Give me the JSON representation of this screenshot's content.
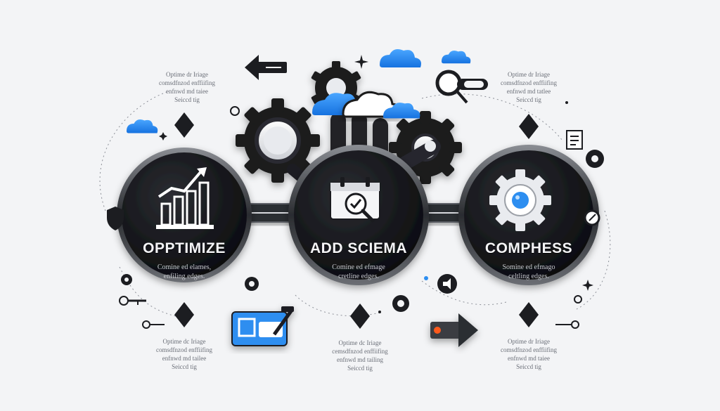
{
  "colors": {
    "background": "#f3f4f6",
    "disc": "#121316",
    "disc_rim": "#5a5d63",
    "accent_blue": "#2d8ef0",
    "accent_orange": "#ff5a1f"
  },
  "steps": [
    {
      "title": "OPPTIMIZE",
      "desc": [
        "Comine ed elames,",
        "enfiling edges."
      ],
      "icon": "bar-chart-icon"
    },
    {
      "title": "ADD SCIEMA",
      "desc": [
        "Comine ed efmage",
        "cretline edges."
      ],
      "icon": "calendar-check-icon"
    },
    {
      "title": "COMPHESS",
      "desc": [
        "Somine ed efmago",
        "celtling edges."
      ],
      "icon": "gear-icon"
    }
  ],
  "captions": {
    "top_left": [
      "Optime dr Iriage",
      "comsdfnzod enffiifing",
      "enfnwd md taiee",
      "Seiccd tig"
    ],
    "top_right": [
      "Optime dr Iriage",
      "comsdfnzod enffiifing",
      "enfnwd md tatlee",
      "Seiccd tig"
    ],
    "bottom_left": [
      "Optime dc Iriage",
      "comsdfnzod enffiifing",
      "enfnwd md tailee",
      "Seiccd tig"
    ],
    "bottom_center": [
      "Optime dc Iriage",
      "cemsdfnzod enffiifing",
      "enfnwd md tailing",
      "Seiccd tig"
    ],
    "bottom_right": [
      "Optime dr Iriage",
      "comsdfnzod enffiifing",
      "enfnwd md taiee",
      "Seiccd tig"
    ]
  }
}
